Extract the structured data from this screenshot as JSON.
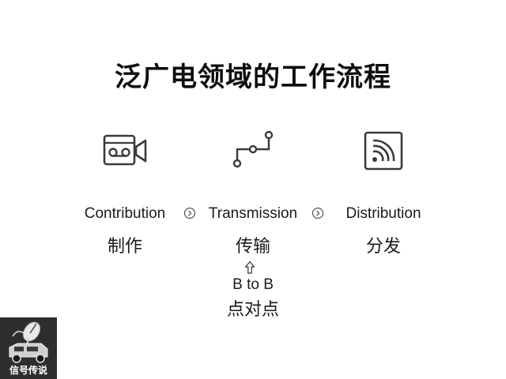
{
  "title": "泛广电领域的工作流程",
  "steps": [
    {
      "en": "Contribution",
      "zh": "制作",
      "icon": "video-camera-icon"
    },
    {
      "en": "Transmission",
      "zh": "传输",
      "icon": "route-nodes-icon"
    },
    {
      "en": "Distribution",
      "zh": "分发",
      "icon": "broadcast-signal-icon"
    }
  ],
  "connector_icon": "chevron-right-circle-icon",
  "transmission_note": {
    "arrow_icon": "up-arrow-icon",
    "en": "B to B",
    "zh": "点对点"
  },
  "logo": {
    "text": "信号传说",
    "icon": "satellite-dish-truck-logo"
  },
  "colors": {
    "background": "#ffffff",
    "text": "#111111",
    "icon_stroke": "#3a3a3a",
    "logo_background": "#2e2e2e"
  }
}
